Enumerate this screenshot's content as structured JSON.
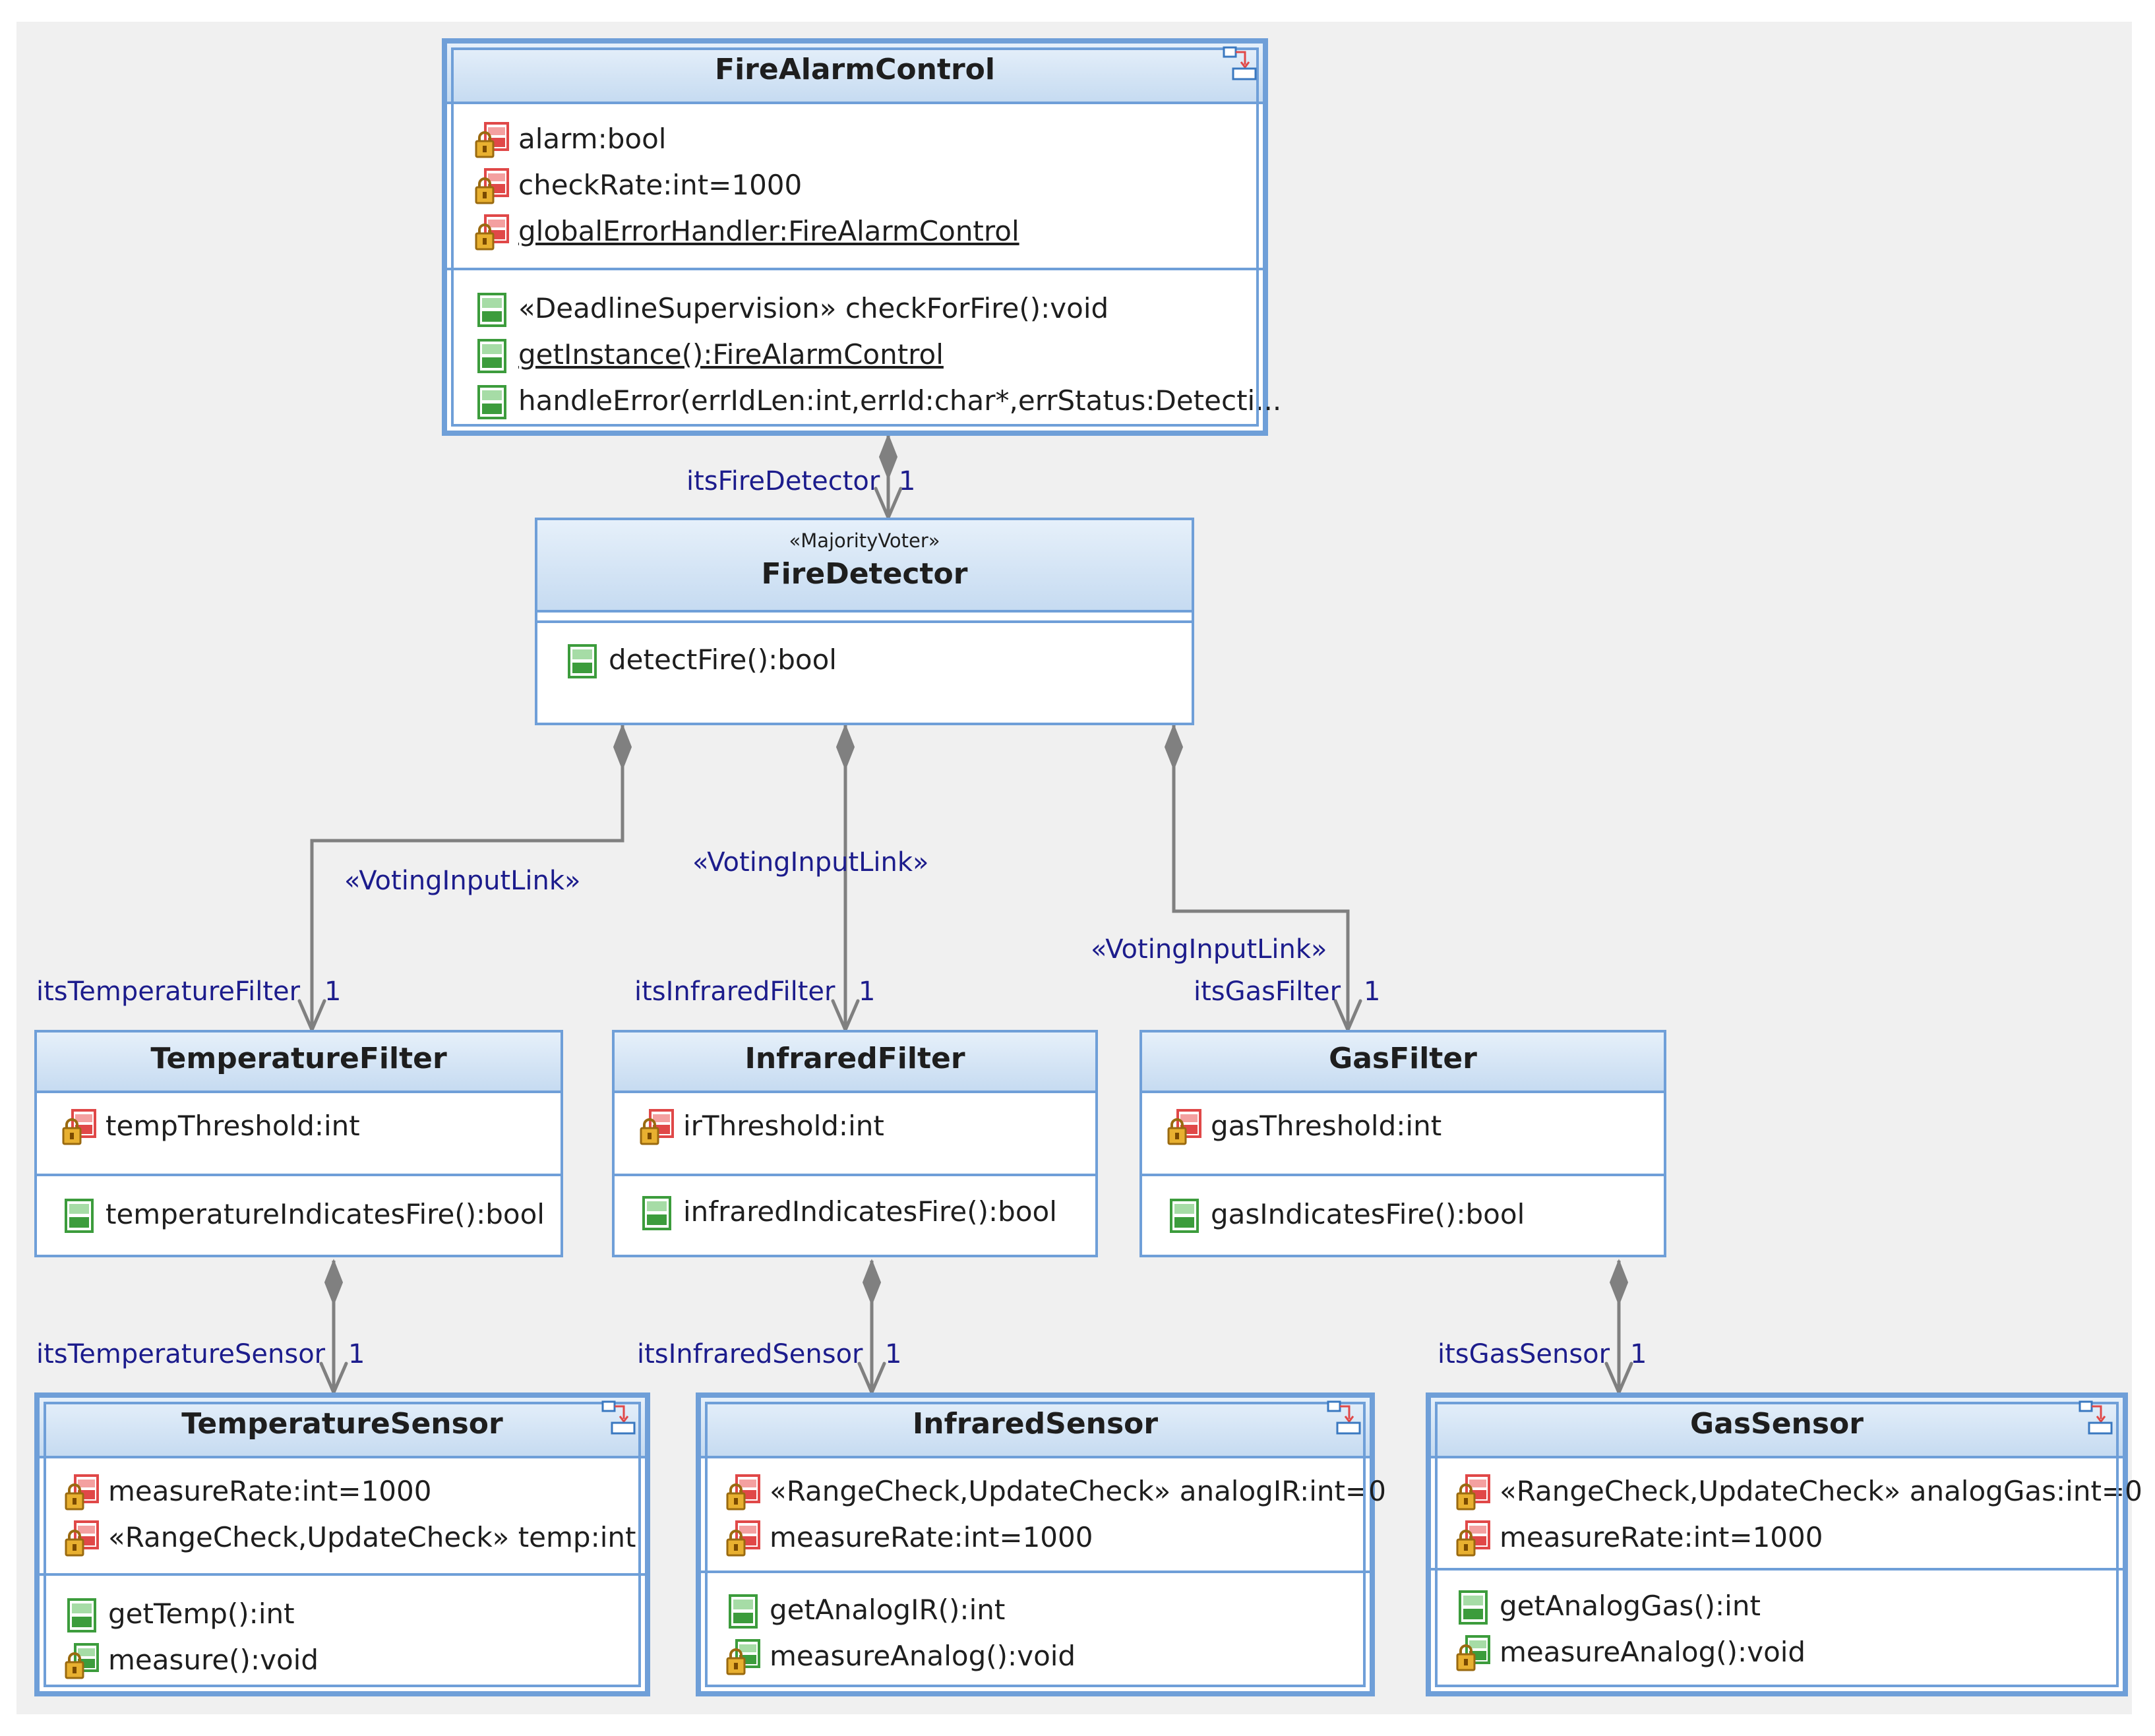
{
  "classes": {
    "fire_alarm_control": {
      "name": "FireAlarmControl",
      "attributes": [
        "alarm:bool",
        "checkRate:int=1000",
        "globalErrorHandler:FireAlarmControl"
      ],
      "operations": [
        "«DeadlineSupervision» checkForFire():void",
        "getInstance():FireAlarmControl",
        "handleError(errIdLen:int,errId:char*,errStatus:Detecti..."
      ]
    },
    "fire_detector": {
      "stereotype": "«MajorityVoter»",
      "name": "FireDetector",
      "operations": [
        "detectFire():bool"
      ]
    },
    "temperature_filter": {
      "name": "TemperatureFilter",
      "attributes": [
        "tempThreshold:int"
      ],
      "operations": [
        "temperatureIndicatesFire():bool"
      ]
    },
    "infrared_filter": {
      "name": "InfraredFilter",
      "attributes": [
        "irThreshold:int"
      ],
      "operations": [
        "infraredIndicatesFire():bool"
      ]
    },
    "gas_filter": {
      "name": "GasFilter",
      "attributes": [
        "gasThreshold:int"
      ],
      "operations": [
        "gasIndicatesFire():bool"
      ]
    },
    "temperature_sensor": {
      "name": "TemperatureSensor",
      "attributes": [
        "measureRate:int=1000",
        "«RangeCheck,UpdateCheck» temp:int"
      ],
      "operations": [
        "getTemp():int",
        "measure():void"
      ]
    },
    "infrared_sensor": {
      "name": "InfraredSensor",
      "attributes": [
        "«RangeCheck,UpdateCheck» analogIR:int=0",
        "measureRate:int=1000"
      ],
      "operations": [
        "getAnalogIR():int",
        "measureAnalog():void"
      ]
    },
    "gas_sensor": {
      "name": "GasSensor",
      "attributes": [
        "«RangeCheck,UpdateCheck» analogGas:int=0",
        "measureRate:int=1000"
      ],
      "operations": [
        "getAnalogGas():int",
        "measureAnalog():void"
      ]
    }
  },
  "associations": {
    "fire_detector": {
      "role": "itsFireDetector",
      "multiplicity": "1"
    },
    "temperature_filter": {
      "role": "itsTemperatureFilter",
      "multiplicity": "1",
      "stereotype": "«VotingInputLink»"
    },
    "infrared_filter": {
      "role": "itsInfraredFilter",
      "multiplicity": "1",
      "stereotype": "«VotingInputLink»"
    },
    "gas_filter": {
      "role": "itsGasFilter",
      "multiplicity": "1",
      "stereotype": "«VotingInputLink»"
    },
    "temperature_sensor": {
      "role": "itsTemperatureSensor",
      "multiplicity": "1"
    },
    "infrared_sensor": {
      "role": "itsInfraredSensor",
      "multiplicity": "1"
    },
    "gas_sensor": {
      "role": "itsGasSensor",
      "multiplicity": "1"
    }
  },
  "colors": {
    "class_border": "#6f9fd8",
    "header_gradient_top": "#e6f0fa",
    "header_gradient_bottom": "#c6dbf1",
    "canvas_bg": "#f0f0f0",
    "label_text": "#1c1c8c",
    "connector": "#808080",
    "private_attribute_icon": "#e04848",
    "public_operation_icon": "#3c9c3c",
    "lock_icon": "#d89c28"
  },
  "icons": {
    "attribute": "private-attribute-icon",
    "operation": "public-operation-icon",
    "protected_operation": "protected-operation-icon",
    "active_class": "active-class-icon"
  }
}
